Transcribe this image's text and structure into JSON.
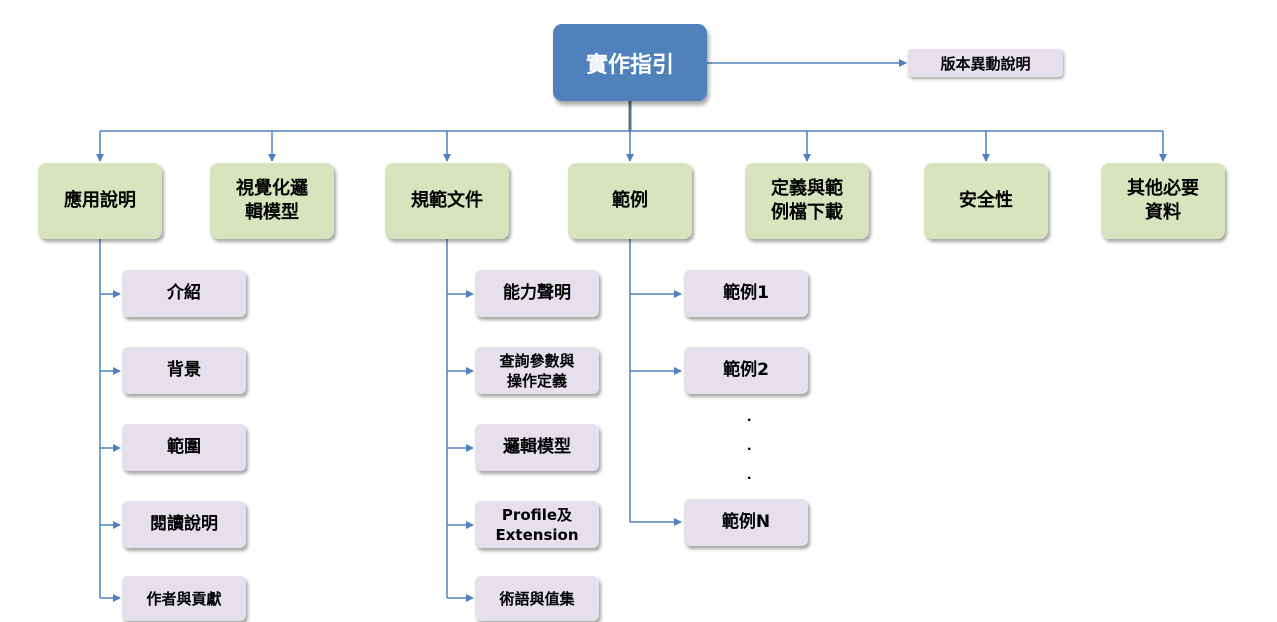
{
  "root": {
    "label": "實作指引"
  },
  "version_note": {
    "label": "版本異動說明"
  },
  "categories": [
    {
      "label": "應用說明"
    },
    {
      "label": "視覺化邏\n輯模型"
    },
    {
      "label": "規範文件"
    },
    {
      "label": "範例"
    },
    {
      "label": "定義與範\n例檔下載"
    },
    {
      "label": "安全性"
    },
    {
      "label": "其他必要\n資料"
    }
  ],
  "app_guide_items": [
    {
      "label": "介紹"
    },
    {
      "label": "背景"
    },
    {
      "label": "範圍"
    },
    {
      "label": "閱讀說明"
    },
    {
      "label": "作者與貢獻"
    }
  ],
  "spec_items": [
    {
      "label": "能力聲明"
    },
    {
      "label": "查詢參數與\n操作定義"
    },
    {
      "label": "邏輯模型"
    },
    {
      "label": "Profile及\nExtension"
    },
    {
      "label": "術語與值集"
    }
  ],
  "example_items": [
    {
      "label": "範例1"
    },
    {
      "label": "範例2"
    },
    {
      "label": "範例N"
    }
  ],
  "ellipsis": ".",
  "colors": {
    "root_fill": "#4f81bd",
    "category_fill": "#d7e4bd",
    "item_fill": "#e5e0ec",
    "connector": "#4f81bd"
  }
}
